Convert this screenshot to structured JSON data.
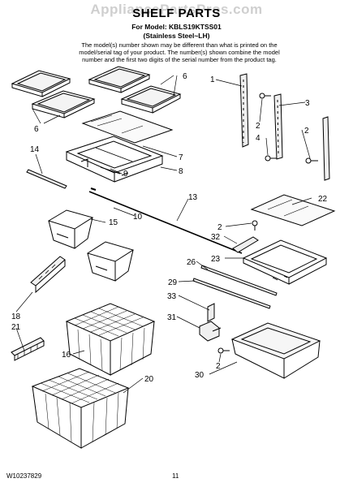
{
  "watermark": "AppliancePartsPros.com",
  "title": "SHELF PARTS",
  "model_line": "For Model: KBLS19KTSS01",
  "variant_line": "(Stainless Steel~LH)",
  "notice": "The model(s) number shown may be different than what is printed on the model/serial tag of your product. The number(s) shown combine the model number and the first two digits of the serial number from the product tag.",
  "footer": {
    "doc_number": "W10237829",
    "page_number": "11"
  },
  "callouts": [
    "6",
    "6",
    "1",
    "2",
    "3",
    "4",
    "2",
    "7",
    "9",
    "8",
    "14",
    "13",
    "22",
    "10",
    "15",
    "2",
    "32",
    "23",
    "26",
    "29",
    "18",
    "33",
    "31",
    "21",
    "16",
    "2",
    "30",
    "20"
  ]
}
